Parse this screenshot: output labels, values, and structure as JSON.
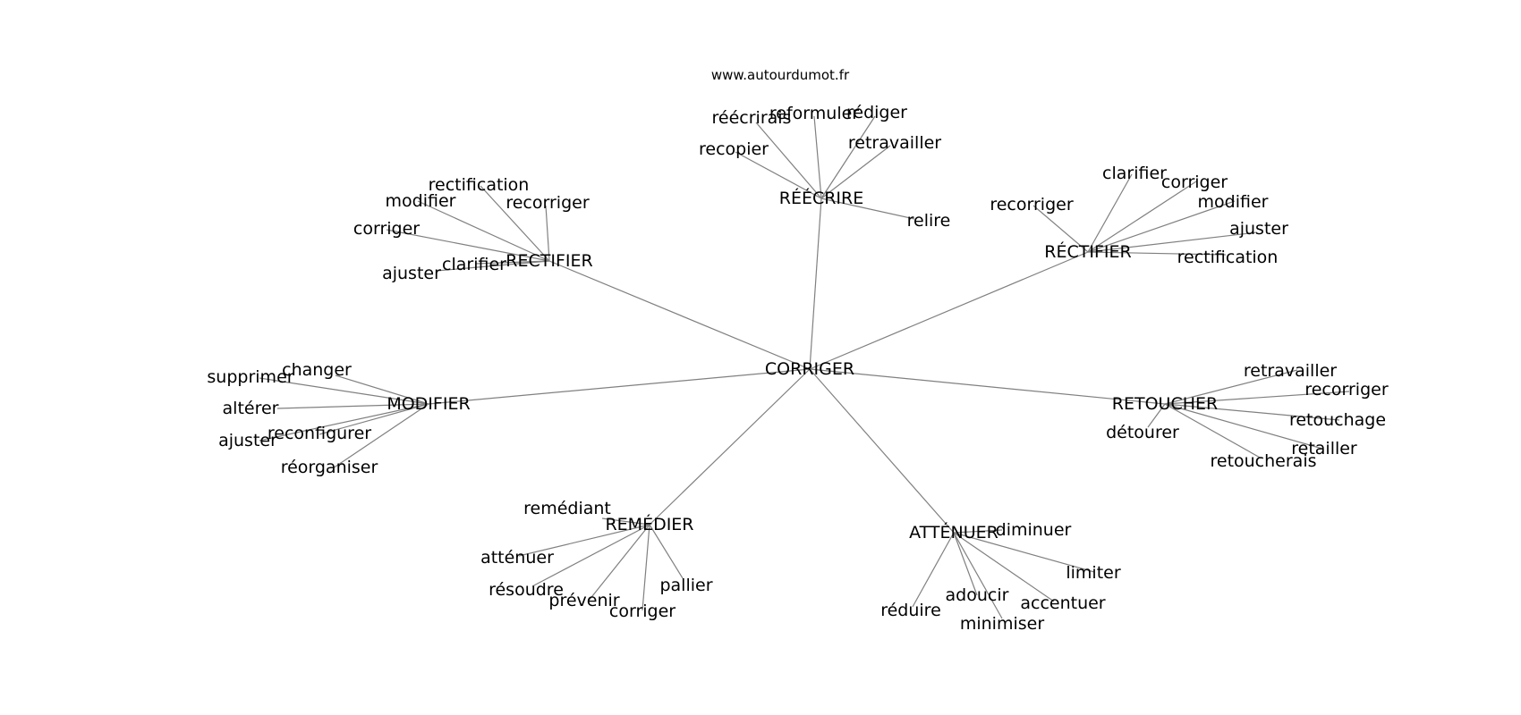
{
  "credit": "www.autourdumot.fr",
  "colors": {
    "edge": "#808080",
    "text": "#000000",
    "background": "#ffffff"
  },
  "root": "CORRIGER",
  "groups": [
    {
      "hub": "RÉÉCRIRE",
      "leaves": [
        "réécrirais",
        "reformuler",
        "rédiger",
        "recopier",
        "retravailler",
        "relire"
      ]
    },
    {
      "hub": "RECTIFIER",
      "leaves": [
        "rectification",
        "modifier",
        "recorriger",
        "corriger",
        "clarifier",
        "ajuster"
      ]
    },
    {
      "hub": "RÉCTIFIER",
      "leaves": [
        "clarifier",
        "corriger",
        "recorriger",
        "modifier",
        "ajuster",
        "rectification"
      ]
    },
    {
      "hub": "MODIFIER",
      "leaves": [
        "changer",
        "supprimer",
        "altérer",
        "reconfigurer",
        "ajuster",
        "réorganiser"
      ]
    },
    {
      "hub": "RETOUCHER",
      "leaves": [
        "retravailler",
        "recorriger",
        "retouchage",
        "détourer",
        "retailler",
        "retoucherais"
      ]
    },
    {
      "hub": "REMÉDIER",
      "leaves": [
        "remédiant",
        "atténuer",
        "résoudre",
        "prévenir",
        "pallier",
        "corriger"
      ]
    },
    {
      "hub": "ATTÉNUER",
      "leaves": [
        "diminuer",
        "limiter",
        "adoucir",
        "accentuer",
        "réduire",
        "minimiser"
      ]
    }
  ]
}
